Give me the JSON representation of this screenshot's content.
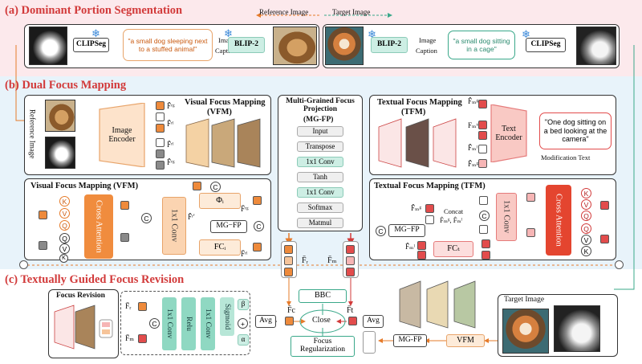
{
  "section_a": {
    "title": "(a) Dominant Portion Segmentation",
    "reference_arrow_label": "Reference Image",
    "target_arrow_label": "Target Image",
    "clipseg_label": "CLIPSeg",
    "blip_label": "BLIP-2",
    "caption_label_line1": "Image",
    "caption_label_line2": "Caption",
    "ref_caption_text": "\"a small dog sleeping next to a stuffed animal\"",
    "tgt_caption_text": "\"a small dog sitting in a cage\""
  },
  "section_b": {
    "title": "(b) Dual Focus Mapping",
    "reference_image_label": "Reference Image",
    "image_encoder_label": "Image Encoder",
    "vfm_title": "Visual Focus Mapping",
    "vfm_abbrev": "(VFM)",
    "mgfp_title": "Multi-Grained Focus Projection",
    "mgfp_abbrev": "(MG-FP)",
    "mgfp_steps": [
      "Input",
      "Transpose",
      "1x1 Conv",
      "Tanh",
      "1x1 Conv",
      "Softmax",
      "Matmul"
    ],
    "tfm_title": "Textual Focus Mapping",
    "tfm_abbrev": "(TFM)",
    "text_encoder_label": "Text Encoder",
    "modification_text": "\"One dog sitting on a bed looking at the camera\"",
    "modification_text_label": "Modification Text",
    "feat_r_g": "F̂ʳᵍ",
    "feat_r_l": "F̂ʳˡ",
    "feat_m_g": "F̂ₘᵍ",
    "feat_m_tr": "Fₘᵗʳ",
    "feat_m_l": "F̂ₘˡ",
    "vfm_detail_title": "Visual Focus Mapping (VFM)",
    "tfm_detail_title": "Textual Focus Mapping (TFM)",
    "cross_attention_label": "Cross Attention",
    "conv_label": "1x1 Conv",
    "phi_label": "Φᵢ",
    "fc_i_label": "FCᵢ",
    "fc_t_label": "FCₜ",
    "mgfp_short": "MG−FP",
    "concat_label": "Concat",
    "concat_feats": "F̂ₘᵍ, F̂ₘˡ",
    "circle_c": "C",
    "k_label": "K",
    "v_label": "V",
    "q_label": "Q",
    "fr_out": "F̄ᵣ",
    "fm_out": "F̄ₘ",
    "fr_prime": "F̂ʳ'",
    "ff_r": "F̄ʳᵍ",
    "ff_l": "F̄ʳˡ"
  },
  "section_c": {
    "title": "(c) Textually Guided Focus Revision",
    "focus_revision_label": "Focus Revision",
    "fr_label": "F̄ᵣ",
    "fm_label": "F̄ₘ",
    "conv1_label": "1x1 Conv",
    "relu_label": "Relu",
    "conv2_label": "1x1 Conv",
    "sigmoid_label": "Sigmoid",
    "beta_label": "β",
    "alpha_label": "α",
    "avg_label": "Avg",
    "fc_label": "F̄c",
    "ft_label": "F̄t",
    "bbc_label": "BBC",
    "close_label": "Close",
    "focus_reg_label": "Focus Regularization",
    "target_image_label": "Target Image",
    "vfm_label": "VFM",
    "mgfp_label": "MG-FP"
  },
  "colors": {
    "title_red": "#d23a3a",
    "band_a": "#fce9ec",
    "band_b": "#e8f3fa",
    "orange": "#ee8a3b",
    "red": "#e24c4c",
    "teal": "#cdeee4"
  }
}
